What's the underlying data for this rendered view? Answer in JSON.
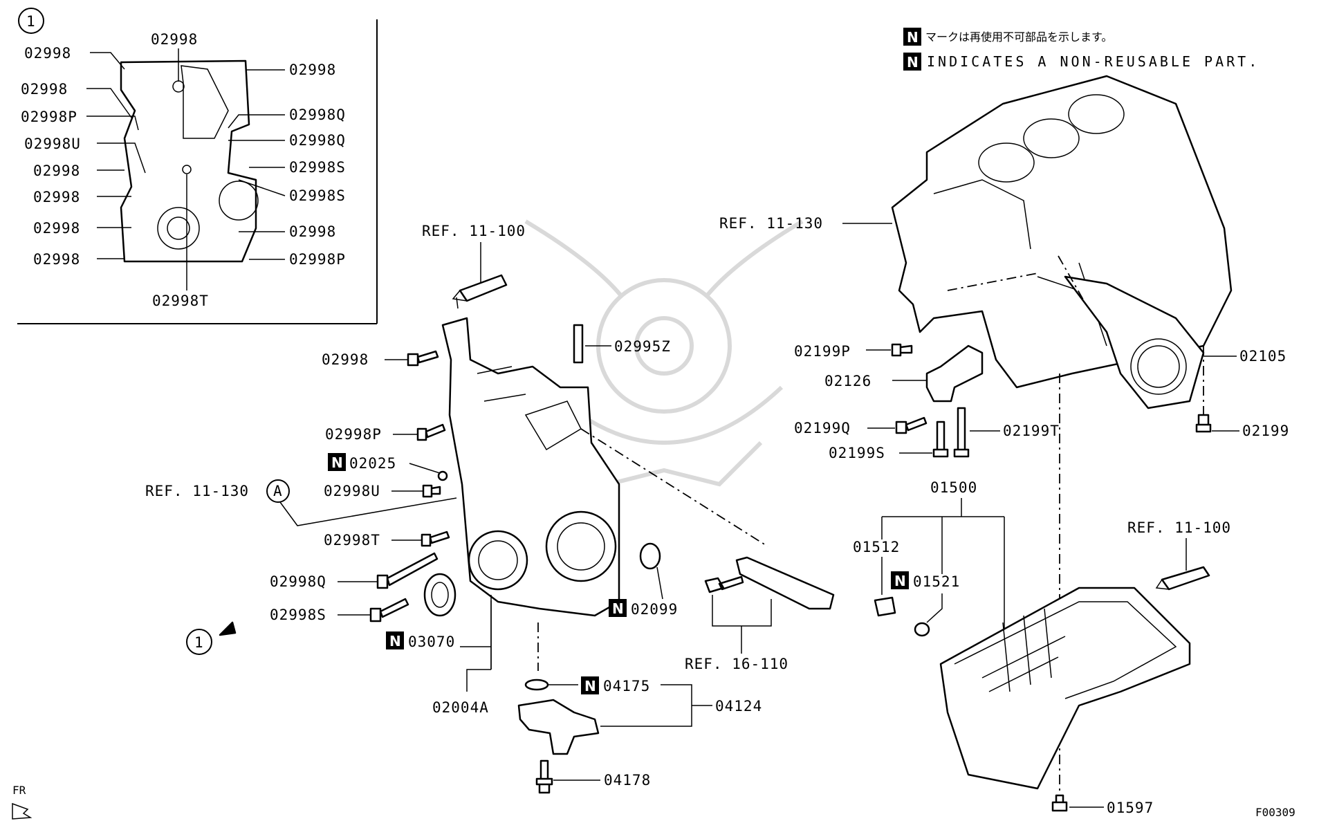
{
  "notice": {
    "jp": "マークは再使用不可部品を示します。",
    "en": "INDICATES A NON-REUSABLE PART.",
    "badge": "N"
  },
  "inset": {
    "marker": "1",
    "left_labels": [
      "02998",
      "02998",
      "02998P",
      "02998U",
      "02998",
      "02998",
      "02998",
      "02998"
    ],
    "right_labels": [
      "02998",
      "02998Q",
      "02998Q",
      "02998S",
      "02998S",
      "02998",
      "02998P"
    ],
    "top_label": "02998",
    "bottom_label": "02998T"
  },
  "front_cover": {
    "ref_top": "REF. 11-100",
    "ref_block": "REF. 11-130",
    "ref_circle": "A",
    "view_marker": "1",
    "labels": {
      "b1": "02998",
      "pin": "02995Z",
      "bp": "02998P",
      "n1": "02025",
      "bu": "02998U",
      "bt": "02998T",
      "bq": "02998Q",
      "bs": "02998S",
      "seal": "03070",
      "oring": "02099",
      "assy": "02004A",
      "n2": "04175",
      "sensor": "04124",
      "sbolt": "04178",
      "bracket_ref": "REF. 16-110"
    }
  },
  "block": {
    "ref": "REF. 11-130",
    "labels": {
      "p1": "02199P",
      "bracket": "02126",
      "q1": "02199Q",
      "s1": "02199S",
      "t1": "02199T",
      "plate": "02105",
      "bolt": "02199"
    }
  },
  "oil_pan": {
    "assy": "01500",
    "plug": "01512",
    "gasket": "01521",
    "ref": "REF. 11-100",
    "bolt": "01597"
  },
  "footer": {
    "fr": "FR",
    "code": "F00309"
  }
}
